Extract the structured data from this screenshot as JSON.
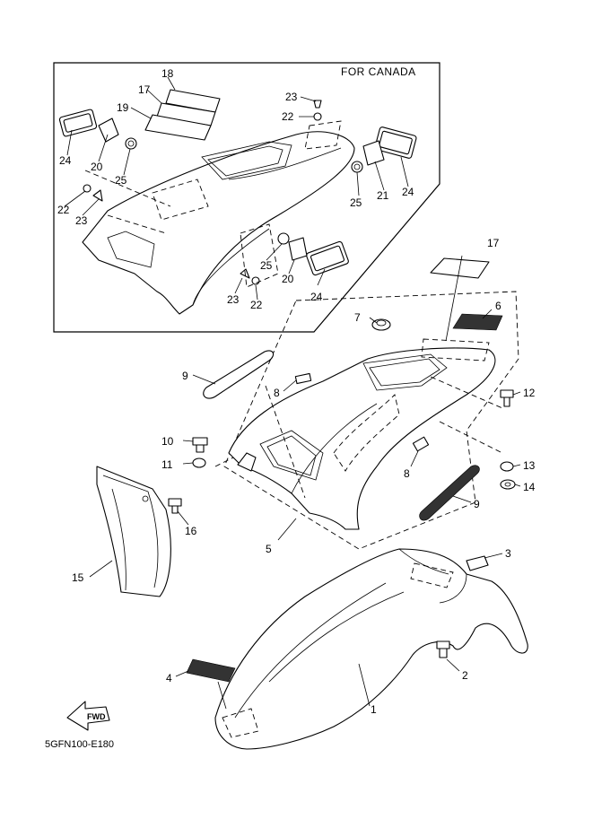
{
  "inset_title": "FOR CANADA",
  "diagram_code": "5GFN100-E180",
  "fwd_label": "FWD",
  "callouts": {
    "c1": "1",
    "c2": "2",
    "c3": "3",
    "c4": "4",
    "c5": "5",
    "c6": "6",
    "c7": "7",
    "c8a": "8",
    "c8b": "8",
    "c9a": "9",
    "c9b": "9",
    "c10": "10",
    "c11": "11",
    "c12": "12",
    "c13": "13",
    "c14": "14",
    "c15": "15",
    "c16": "16",
    "c17": "17",
    "i17": "17",
    "i18": "18",
    "i19": "19",
    "i20a": "20",
    "i20b": "20",
    "i21": "21",
    "i22a": "22",
    "i22b": "22",
    "i22c": "22",
    "i23a": "23",
    "i23b": "23",
    "i23c": "23",
    "i24a": "24",
    "i24b": "24",
    "i24c": "24",
    "i25a": "25",
    "i25b": "25",
    "i25c": "25"
  }
}
